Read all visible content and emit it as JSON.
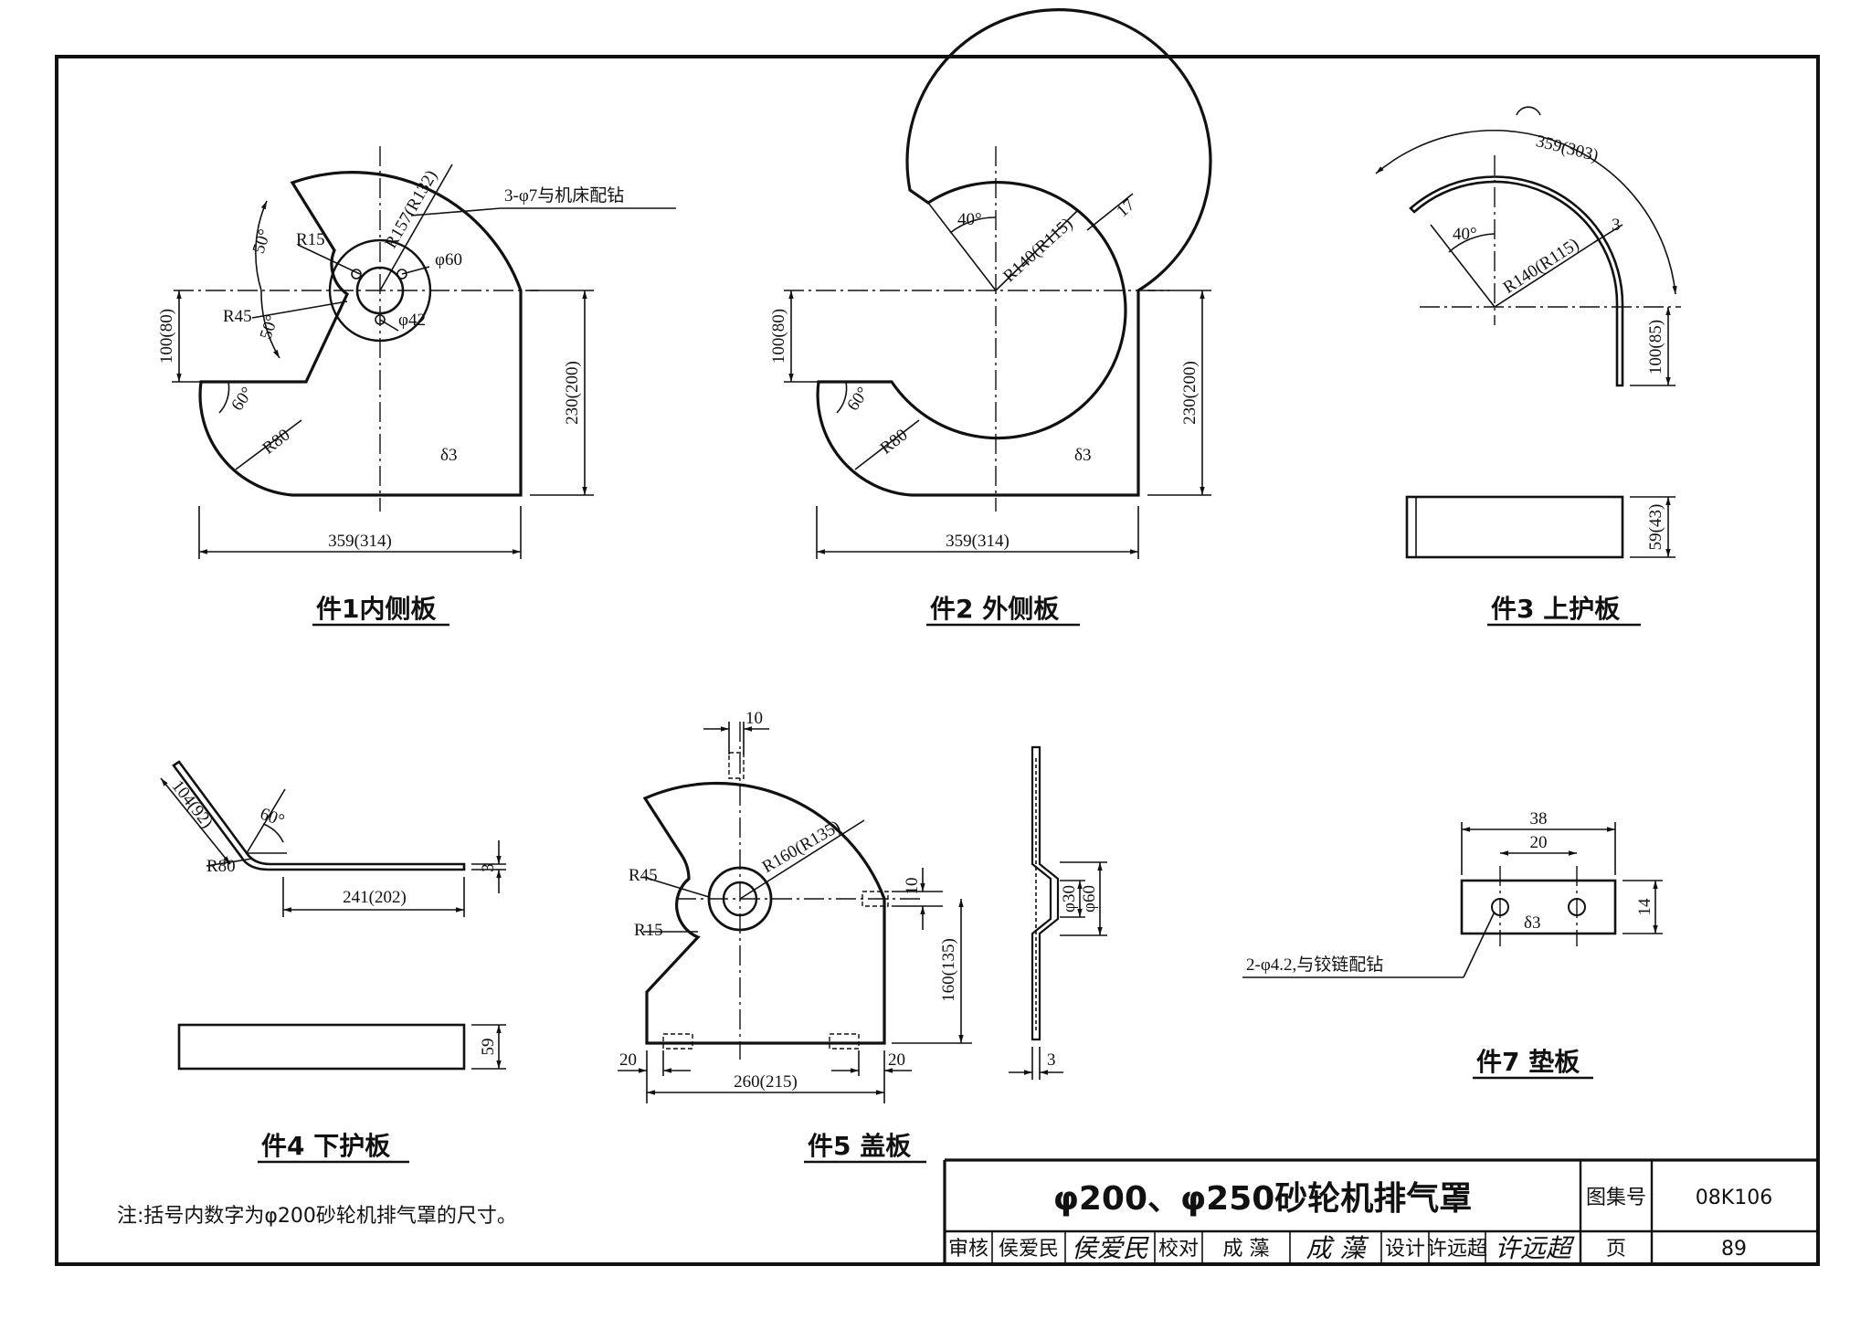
{
  "parts": {
    "p1": {
      "caption": "件1内侧板",
      "dims": {
        "width": "359(314)",
        "height_right": "230(200)",
        "height_left": "100(80)",
        "radius_outer": "R157(R132)",
        "radius_15": "R15",
        "radius_45": "R45",
        "radius_80": "R80",
        "angle_50_top": "50°",
        "angle_50_bottom": "50°",
        "angle_60": "60°",
        "dia_60": "φ60",
        "dia_42": "φ42",
        "holes_note": "3-φ7与机床配钻",
        "thickness": "δ3"
      }
    },
    "p2": {
      "caption": "件2  外侧板",
      "dims": {
        "width": "359(314)",
        "height_right": "230(200)",
        "height_left": "100(80)",
        "radius": "R140(R115)",
        "band": "17",
        "angle_40": "40°",
        "angle_60": "60°",
        "radius_80": "R80",
        "thickness": "δ3"
      }
    },
    "p3": {
      "caption": "件3  上护板",
      "dims": {
        "arc_length": "359(303)",
        "angle_40": "40°",
        "radius": "R140(R115)",
        "thk": "3",
        "height": "100(85)",
        "strip_height": "59(43)"
      }
    },
    "p4": {
      "caption": "件4  下护板",
      "dims": {
        "short_leg": "104(92)",
        "angle_60": "60°",
        "radius_80": "R80",
        "long_leg": "241(202)",
        "thk": "3",
        "strip_height": "59"
      }
    },
    "p5": {
      "caption": "件5  盖板",
      "dims": {
        "top_10": "10",
        "radius": "R160(R135)",
        "radius_45": "R45",
        "radius_15": "R15",
        "side_10": "10",
        "height_160": "160(135)",
        "width": "260(215)",
        "edge_left": "20",
        "edge_right": "20",
        "dia_30": "φ30",
        "dia_60": "φ60",
        "thk": "3"
      }
    },
    "p7": {
      "caption": "件7  垫板",
      "dims": {
        "width": "38",
        "hole_pitch": "20",
        "height": "14",
        "thickness": "δ3",
        "holes_note": "2-φ4.2,与铰链配钻"
      }
    }
  },
  "note": "注:括号内数字为φ200砂轮机排气罩的尺寸。",
  "title_block": {
    "title": "φ200、φ250砂轮机排气罩",
    "atlas_label": "图集号",
    "atlas_no": "08K106",
    "review_label": "审核",
    "reviewer": "侯爱民",
    "reviewer_sign": "侯爱民",
    "check_label": "校对",
    "checker": "成  藻",
    "checker_sign": "成  藻",
    "design_label": "设计",
    "designer": "许远超",
    "designer_sign": "许远超",
    "page_label": "页",
    "page_no": "89"
  }
}
